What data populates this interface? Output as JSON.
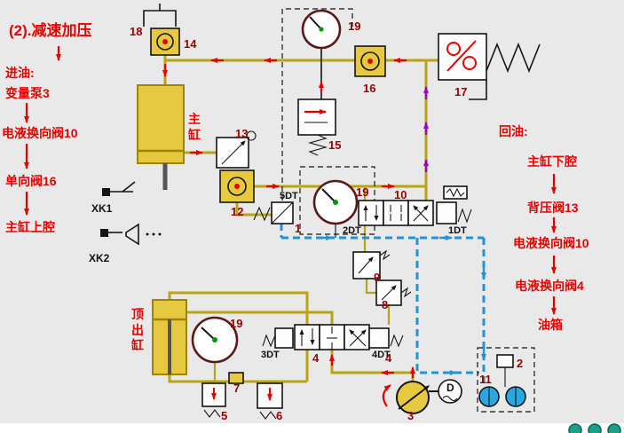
{
  "title": "(2).减速加压",
  "left_panel": {
    "inlet": "进油:",
    "items": [
      "变量泵3",
      "电液换向阀10",
      "单向阀16",
      "主缸上腔"
    ]
  },
  "right_panel": {
    "return": "回油:",
    "items": [
      "主缸下腔",
      "背压阀13",
      "电液换向阀10",
      "电液换向阀4",
      "油箱"
    ]
  },
  "labels": {
    "main_cylinder": "主\n缸",
    "ejector_cylinder": "顶\n出\n缸",
    "xk1": "XK1",
    "xk2": "XK2",
    "motor": "D"
  },
  "solenoids": {
    "dt5": "5DT",
    "dt2": "2DT",
    "dt1": "1DT",
    "dt3": "3DT",
    "dt4": "4DT"
  },
  "numbers": {
    "n1": "1",
    "n2": "2",
    "n3": "3",
    "n4a": "4",
    "n4b": "4",
    "n5": "5",
    "n6": "6",
    "n7": "7",
    "n8": "8",
    "n9": "9",
    "n10": "10",
    "n11": "11",
    "n12": "12",
    "n13": "13",
    "n14": "14",
    "n15": "15",
    "n16": "16",
    "n17": "17",
    "n18": "18",
    "n19a": "19",
    "n19b": "19",
    "n19c": "19"
  },
  "colors": {
    "pressure_pipe": "#b8a414",
    "return_pipe": "#2193d6",
    "flow_arrow": "#e60000",
    "pilot_arrow": "#9b00c8",
    "component_fill": "#e7c93f",
    "background": "#e9e9e9"
  }
}
